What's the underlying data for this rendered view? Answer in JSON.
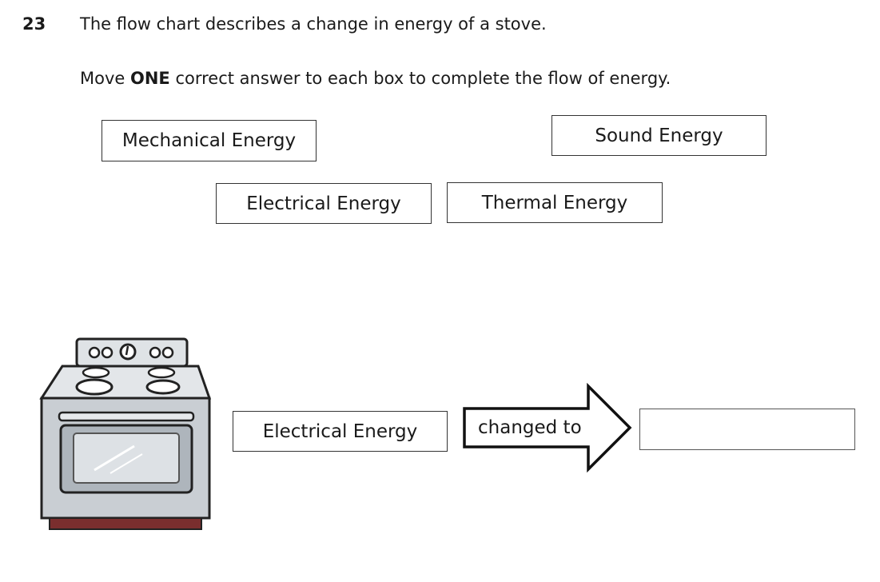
{
  "question": {
    "number": "23",
    "stem": "The flow chart describes a change in energy of a stove.",
    "instruction_prefix": "Move ",
    "instruction_bold": "ONE",
    "instruction_suffix": " correct answer to each box to complete the flow of energy."
  },
  "options": [
    {
      "label": "Mechanical Energy"
    },
    {
      "label": "Sound Energy"
    },
    {
      "label": "Electrical Energy"
    },
    {
      "label": "Thermal Energy"
    }
  ],
  "flow": {
    "source_label": "Electrical Energy",
    "arrow_label": "changed to",
    "target_value": ""
  },
  "icons": {
    "stove": "stove-icon",
    "arrow": "right-arrow-icon"
  },
  "colors": {
    "border": "#333333",
    "stove_body": "#c9ced3",
    "stove_base": "#7a2e2e"
  }
}
